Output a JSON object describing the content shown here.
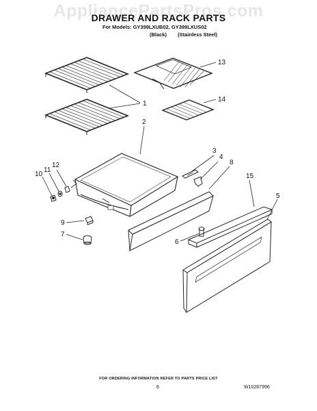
{
  "watermark": "AppliancePartsPros.com",
  "header": {
    "title": "DRAWER AND RACK PARTS",
    "models": "For Models: GY399LXUB02, GY399LXUS02",
    "variants": [
      "(Black)",
      "(Stainless Steel)"
    ]
  },
  "callouts": {
    "c1": "1",
    "c2": "2",
    "c3": "3",
    "c4": "4",
    "c5": "5",
    "c6": "6",
    "c7": "7",
    "c8": "8",
    "c9": "9",
    "c10": "10",
    "c11": "11",
    "c12": "12",
    "c13": "13",
    "c14": "14",
    "c15": "15"
  },
  "footer": {
    "note": "FOR ORDERING INFORMATION REFER TO PARTS PRICE LIST",
    "page_number": "6",
    "doc_number": "W10287996"
  }
}
